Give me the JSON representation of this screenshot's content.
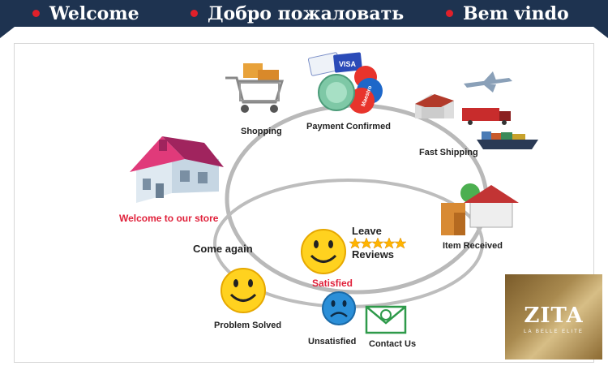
{
  "banner": {
    "items": [
      "Welcome",
      "Добро пожаловать",
      "Bem vindo"
    ]
  },
  "steps": {
    "shopping": "Shopping",
    "payment": "Payment Confirmed",
    "shipping": "Fast Shipping",
    "received": "Item Received",
    "welcome": "Welcome to our store",
    "come_again": "Come again",
    "leave": "Leave",
    "reviews": "Reviews",
    "satisfied": "Satisfied",
    "problem": "Problem Solved",
    "unsatisfied": "Unsatisfied",
    "contact": "Contact Us"
  },
  "payment_cards": [
    "VISA",
    "Maestro"
  ],
  "logo": {
    "name": "ZITA",
    "tagline": "LA BELLE ELITE"
  },
  "colors": {
    "banner": "#1e3350",
    "accent_red": "#e0203a",
    "loop": "#b9b9b9"
  }
}
